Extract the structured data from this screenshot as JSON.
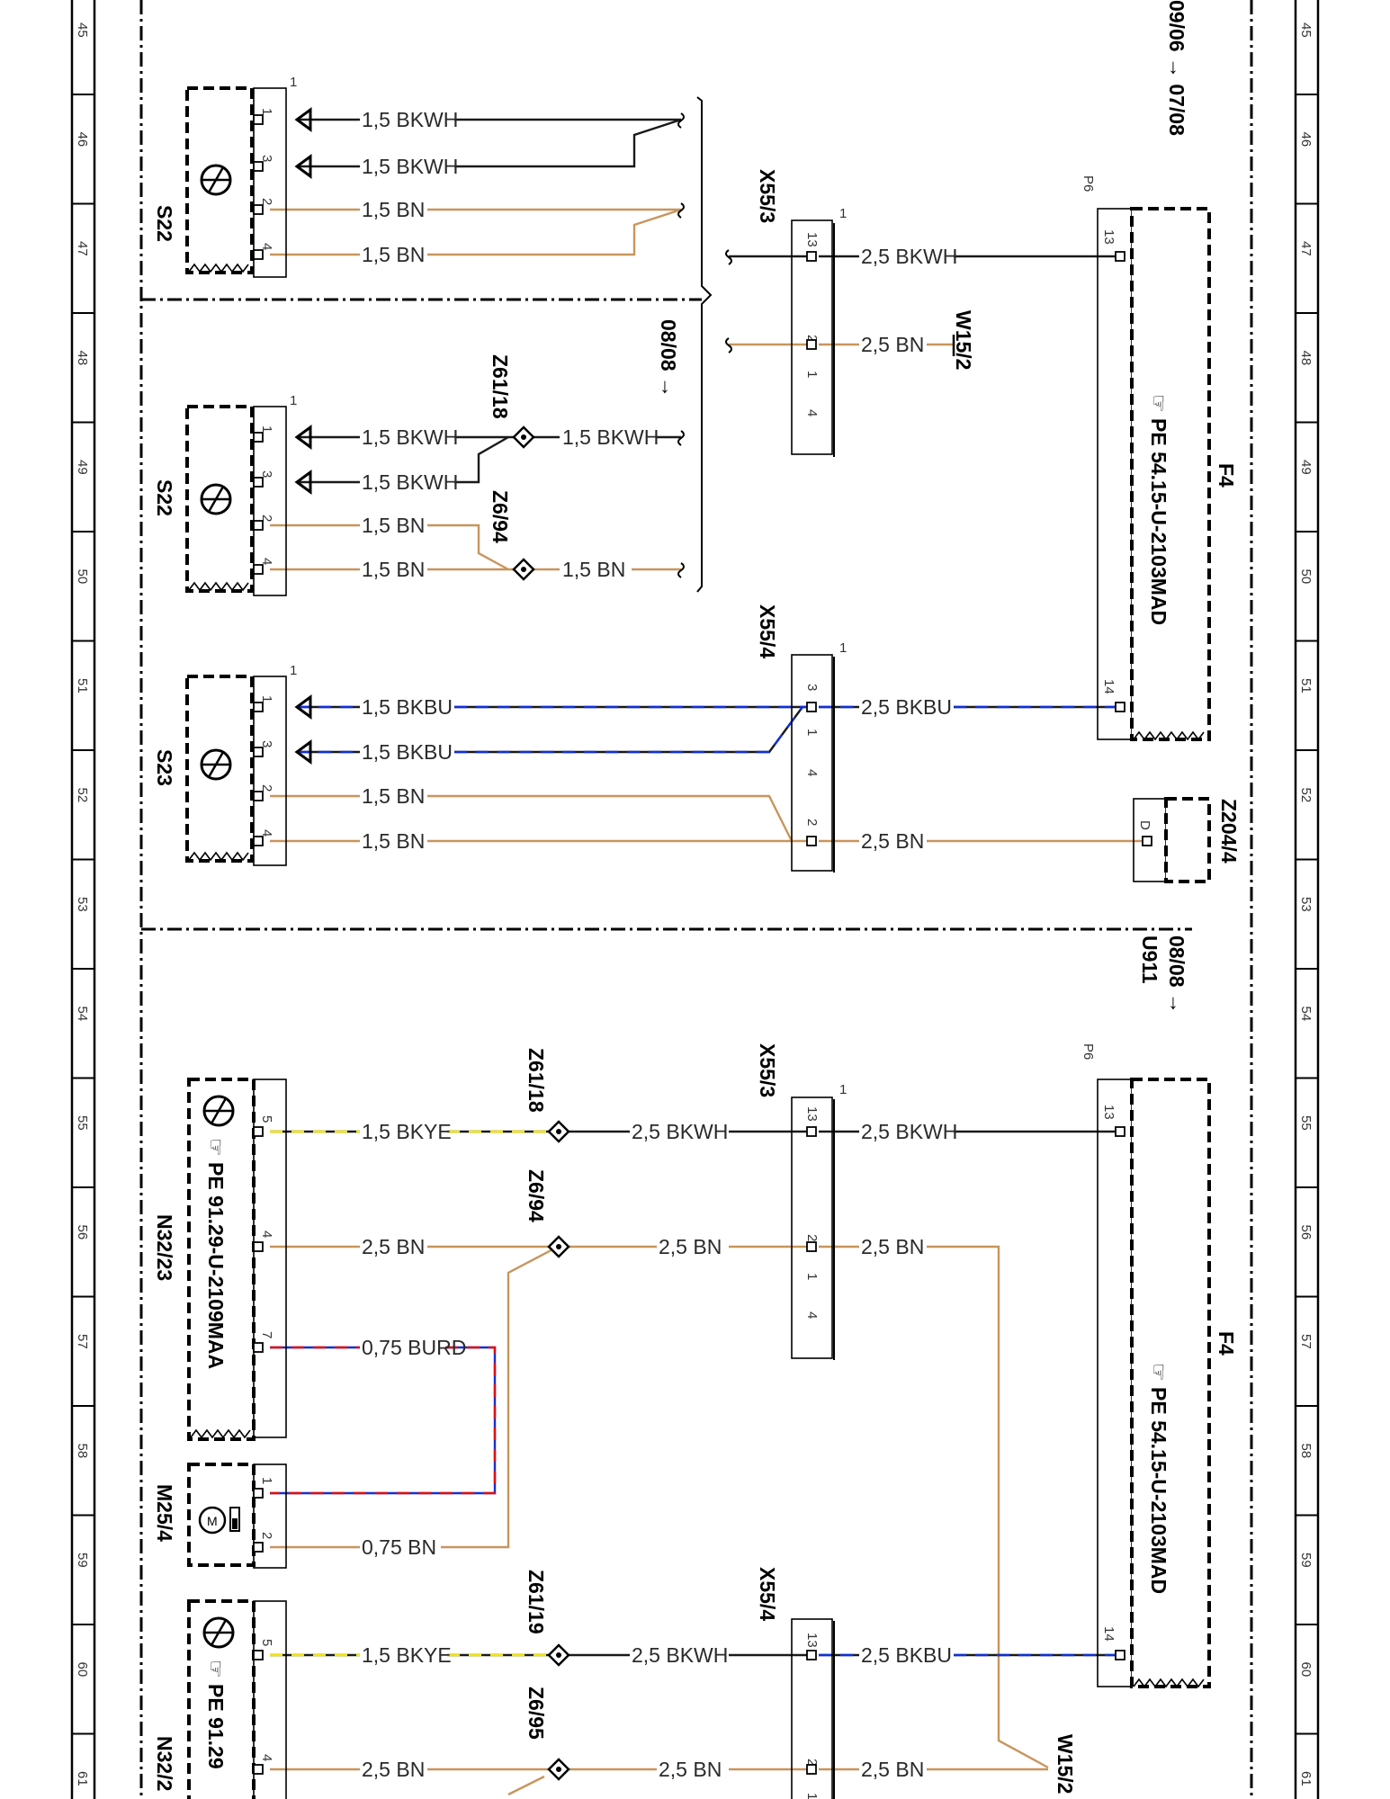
{
  "colors": {
    "BKWH": "#1a1a1a",
    "BN": "#c8955c",
    "BKBU": "#1a1a1a",
    "BKBU_stripe": "#1030d8",
    "BKYE": "#1a1a1a",
    "BKYE_stripe": "#f2e600",
    "BURD": "#1a2fd0",
    "BURD_stripe": "#e01010"
  },
  "ruler": [
    "45",
    "46",
    "47",
    "48",
    "49",
    "50",
    "51",
    "52",
    "53",
    "54",
    "55",
    "56",
    "57",
    "58",
    "59",
    "60",
    "61"
  ],
  "validity": {
    "v1": "09/06 → 07/08",
    "v2": "08/08 →",
    "v3": "08/08 →",
    "v3b": "U911"
  },
  "components": {
    "s22a": "S22",
    "s22b": "S22",
    "s23": "S23",
    "x55_3a": "X55/3",
    "x55_4a": "X55/4",
    "x55_3b": "X55/3",
    "x55_4b": "X55/4",
    "w15_2a": "W15/2",
    "w15_2b": "W15/2",
    "z61_18a": "Z61/18",
    "z6_94a": "Z6/94",
    "z61_18b": "Z61/18",
    "z6_94b": "Z6/94",
    "z61_19": "Z61/19",
    "z6_95": "Z6/95",
    "z204_4": "Z204/4",
    "f4a": "F4",
    "f4b": "F4",
    "n32_23": "N32/23",
    "n32_2x": "N32/2",
    "m25_4": "M25/4"
  },
  "refs": {
    "f4a": "☞ PE 54.15-U-2103MAD",
    "f4b": "☞ PE 54.15-U-2103MAD",
    "n32_23": "☞ PE 91.29-U-2109MAA",
    "n32_2x": "☞ PE 91.29"
  },
  "pins": {
    "p6a": "P6",
    "p6b": "P6",
    "f4a_13": "13",
    "f4a_14": "14",
    "f4b_13": "13",
    "f4b_14": "14",
    "z204_d": "D",
    "x3a_1": "1",
    "x3a_13": "13",
    "x3a_2": "2",
    "x3a_11": "1",
    "x3a_4": "4",
    "x4a_1": "1",
    "x4a_3": "3",
    "x4a_11": "1",
    "x4a_4": "4",
    "x4a_2": "2",
    "x3b_1": "1",
    "x3b_13": "13",
    "x3b_2": "2",
    "x3b_11": "1",
    "x3b_4": "4",
    "x4b_13": "13",
    "x4b_2": "2",
    "x4b_1": "1",
    "s22a_1": "1",
    "s22a_p1": "1",
    "s22a_p3": "3",
    "s22a_p2": "2",
    "s22a_p4": "4",
    "s22b_1": "1",
    "s22b_p1": "1",
    "s22b_p3": "3",
    "s22b_p2": "2",
    "s22b_p4": "4",
    "s23_1": "1",
    "s23_p1": "1",
    "s23_p3": "3",
    "s23_p2": "2",
    "s23_p4": "4",
    "n23_5": "5",
    "n23_4": "4",
    "n23_7": "7",
    "m25_1": "1",
    "m25_2": "2",
    "n2x_5": "5",
    "n2x_4": "4"
  },
  "wires": {
    "w1": "1,5 BKWH",
    "w2": "1,5 BKWH",
    "w3": "1,5 BN",
    "w4": "1,5 BN",
    "w5": "2,5 BKWH",
    "w6": "2,5 BN",
    "w7": "1,5 BKWH",
    "w8": "1,5 BKWH",
    "w9": "1,5 BKWH",
    "w10": "1,5 BN",
    "w11": "1,5 BN",
    "w12": "1,5 BN",
    "w13": "1,5 BKBU",
    "w14": "1,5 BKBU",
    "w15": "1,5 BN",
    "w16": "1,5 BN",
    "w17": "2,5 BKBU",
    "w18": "2,5 BN",
    "w19": "1,5 BKYE",
    "w20": "2,5 BKWH",
    "w21": "2,5 BKWH",
    "w22": "2,5 BN",
    "w23": "2,5 BN",
    "w24": "2,5 BN",
    "w25": "0,75 BURD",
    "w26": "0,75 BN",
    "w27": "1,5 BKYE",
    "w28": "2,5 BKWH",
    "w29": "2,5 BKBU",
    "w30": "2,5 BN",
    "w31": "2,5 BN",
    "w32": "2,5 BN"
  }
}
